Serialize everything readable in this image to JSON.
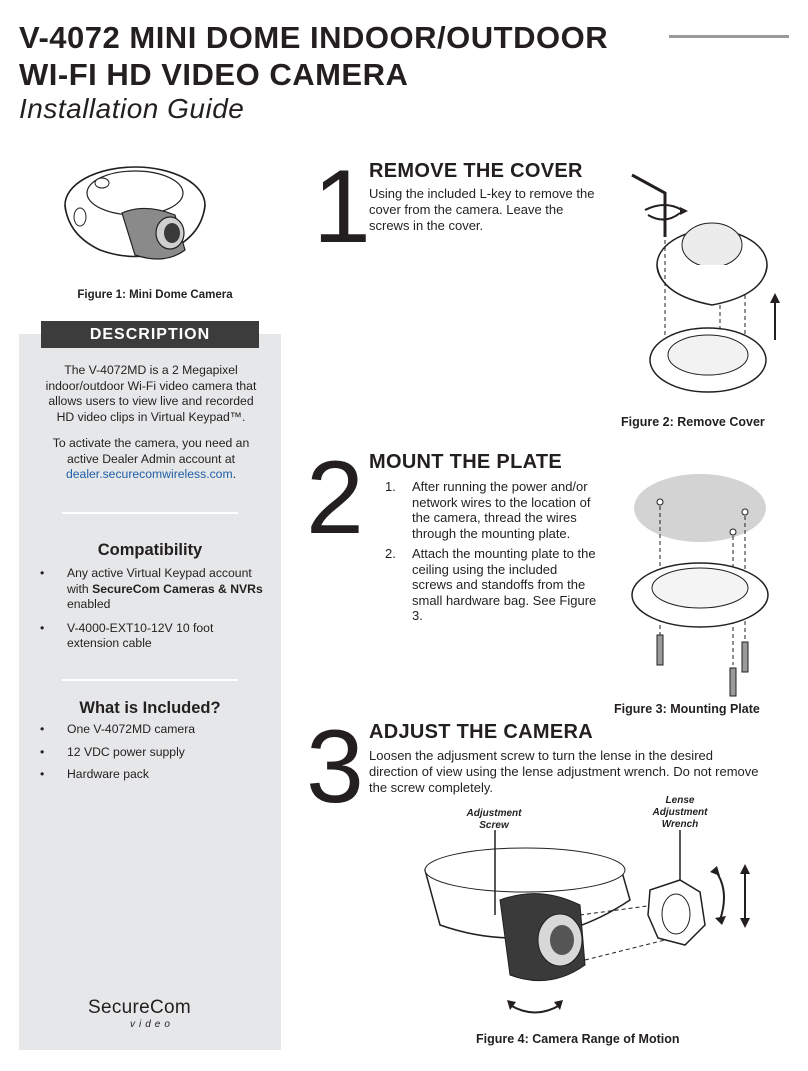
{
  "header": {
    "title_line1": "V-4072 MINI DOME INDOOR/OUTDOOR",
    "title_line2": "WI-FI HD VIDEO CAMERA",
    "subtitle": "Installation Guide"
  },
  "figure1": {
    "caption": "Figure 1:  Mini Dome Camera",
    "icon": "mini-dome-camera-illustration"
  },
  "description": {
    "heading": "DESCRIPTION",
    "paragraph1": "The V-4072MD is a 2 Megapixel indoor/outdoor Wi-Fi video camera that allows users to view live and recorded HD video clips in Virtual Keypad™.",
    "paragraph2_text": "To activate the camera, you need an active Dealer Admin account at ",
    "paragraph2_link": "dealer.securecomwireless.com",
    "paragraph2_end": "."
  },
  "compatibility": {
    "heading": "Compatibility",
    "items": [
      {
        "pre": "Any active Virtual Keypad account with ",
        "bold": "SecureCom Cameras & NVRs",
        "post": " enabled"
      },
      {
        "pre": "V-4000-EXT10-12V 10 foot extension cable",
        "bold": "",
        "post": ""
      }
    ]
  },
  "included": {
    "heading": "What is Included?",
    "items": [
      "One V-4072MD camera",
      "12 VDC power supply",
      "Hardware pack"
    ]
  },
  "logo": {
    "word": "SecureCom",
    "sub": "video"
  },
  "step1": {
    "number": "1",
    "title": "REMOVE THE COVER",
    "body": "Using the included L-key to remove the cover from the camera. Leave the screws in the cover.",
    "caption": "Figure 2:  Remove Cover"
  },
  "step2": {
    "number": "2",
    "title": "MOUNT THE PLATE",
    "items": [
      {
        "num": "1.",
        "text": "After running the power and/or network wires to the location of the camera, thread the wires through the mounting plate."
      },
      {
        "num": "2.",
        "text": "Attach the mounting plate to the ceiling using the included screws and standoffs from the small hardware bag. See Figure 3."
      }
    ],
    "caption": "Figure 3:  Mounting Plate"
  },
  "step3": {
    "number": "3",
    "title": "ADJUST THE CAMERA",
    "body": "Loosen the adjusment screw to turn the lense in the desired direction of view using the lense adjustment wrench. Do not remove the screw completely.",
    "callout_screw": "Adjustment Screw",
    "callout_wrench": "Lense Adjustment Wrench",
    "caption": "Figure 4:  Camera Range of Motion"
  },
  "colors": {
    "sidebar_bg": "#e6e7e8",
    "header_bar": "#3c3c3c",
    "link": "#1f5fa8",
    "text": "#231f20"
  }
}
